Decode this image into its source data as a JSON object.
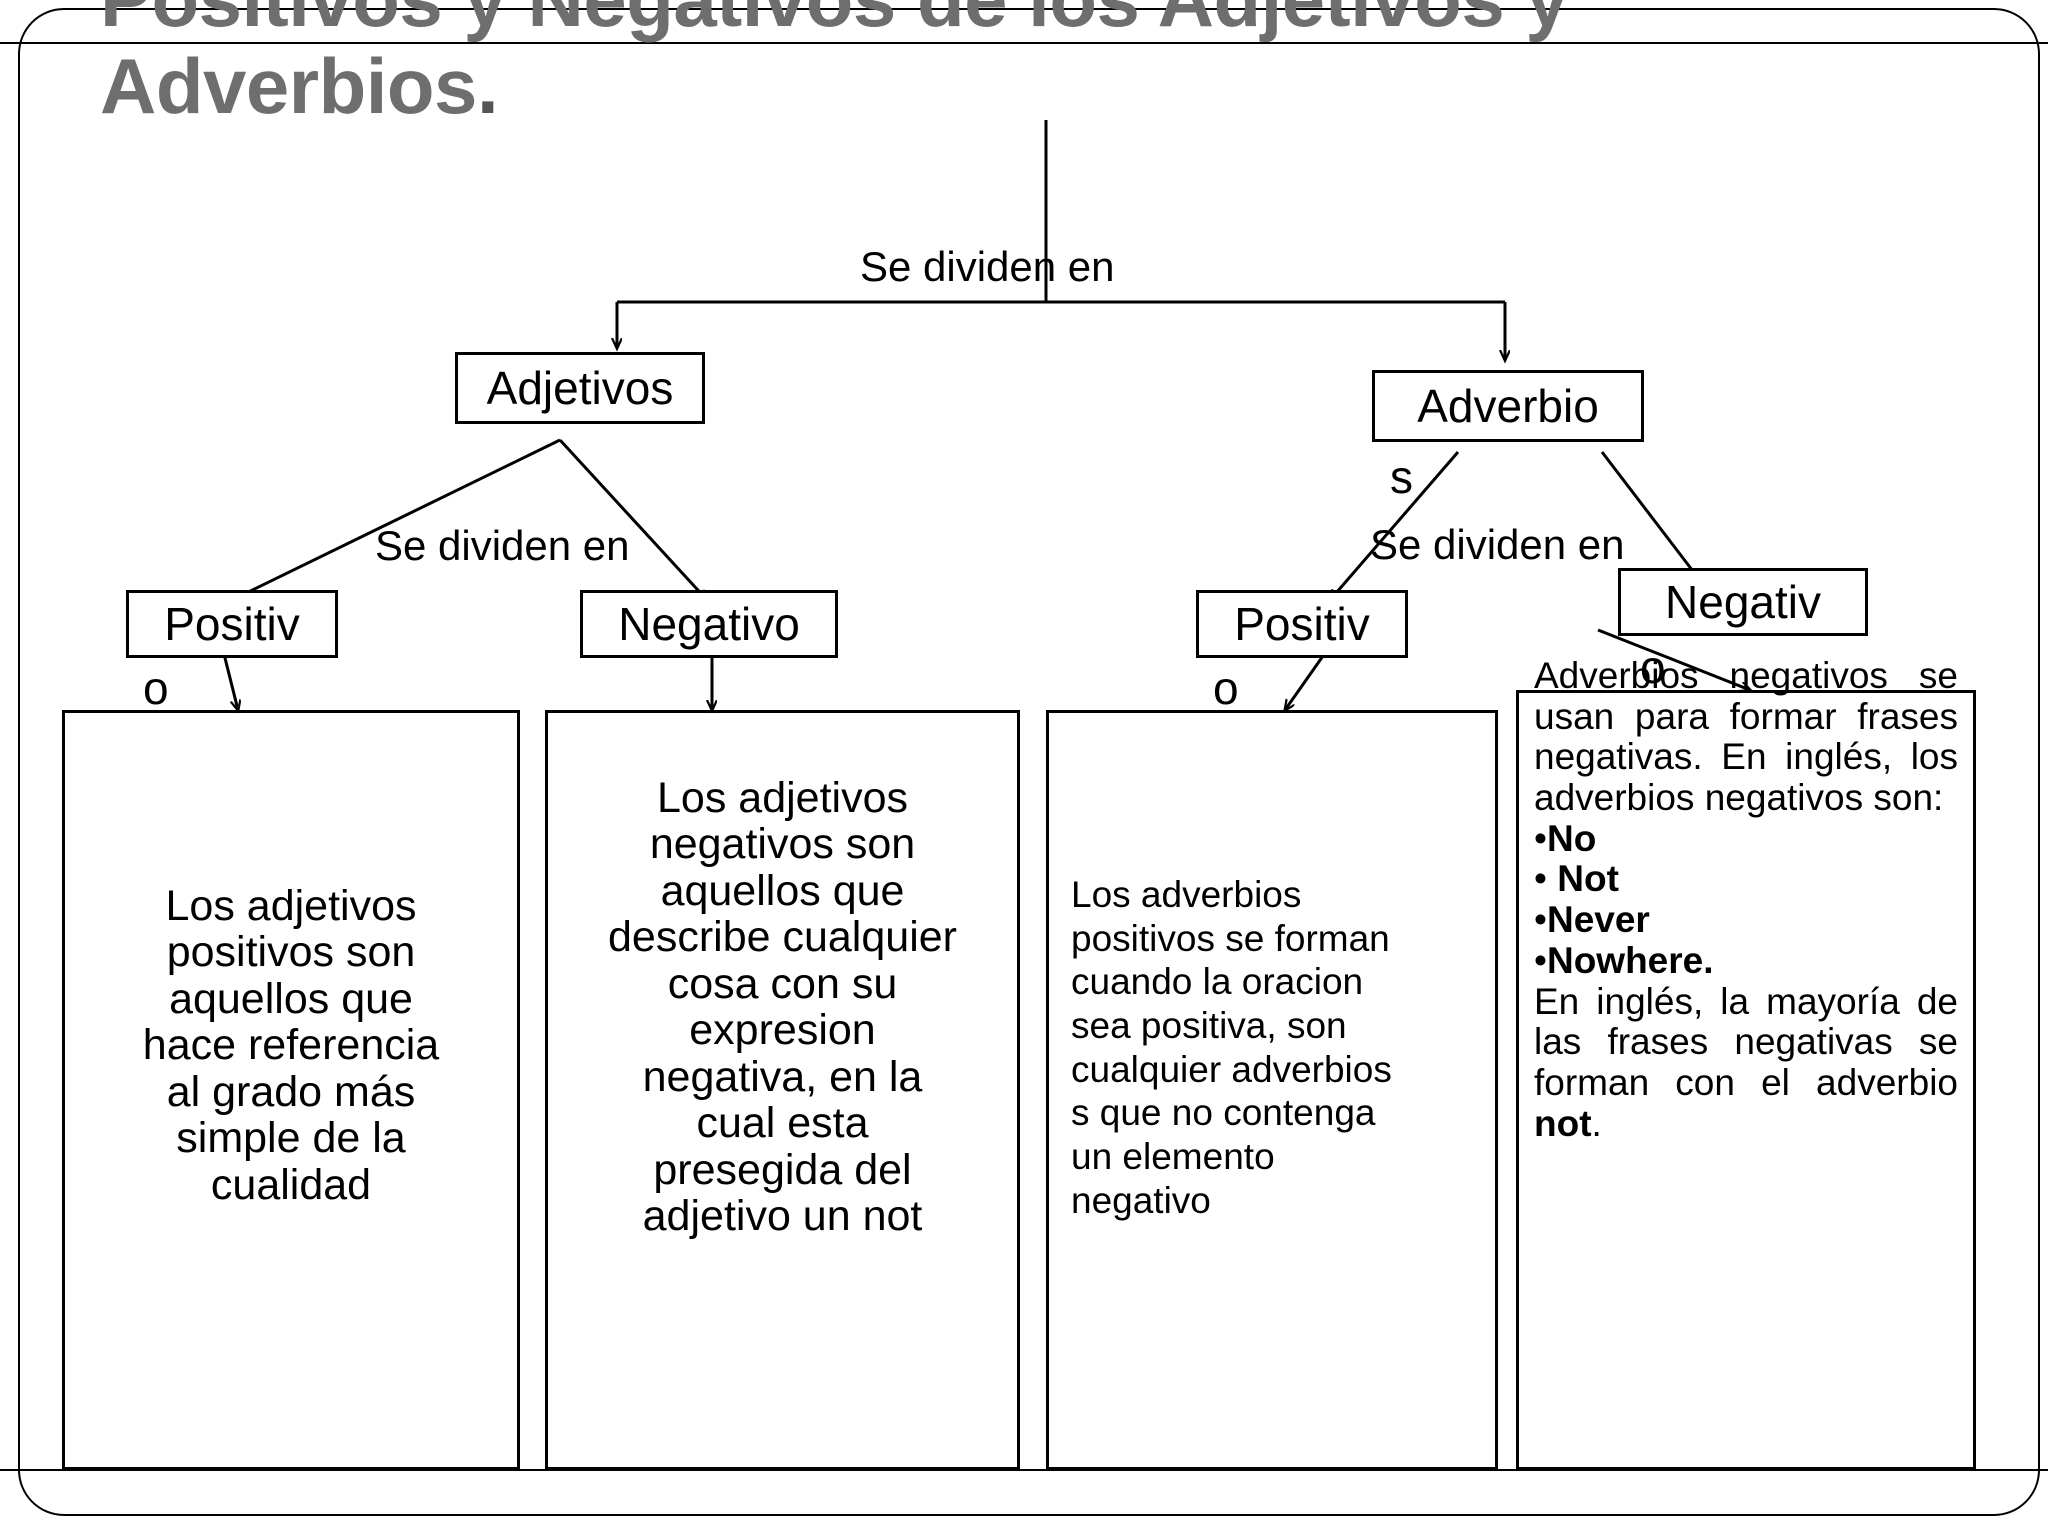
{
  "slide": {
    "title_line1": "Positivos y Negativos de los Adjetivos y",
    "title_line2": "Adverbios",
    "title_period": "."
  },
  "colors": {
    "title": "#6e6e6e",
    "line": "#000000",
    "background": "#ffffff"
  },
  "diagram": {
    "type": "tree",
    "root_connector_label": "Se dividen en",
    "branches": [
      {
        "name": "adjetivos",
        "node_label": "Adjetivos",
        "node_spill": "",
        "connector_label": "Se dividen en",
        "children": [
          {
            "name": "adjetivos-positivos",
            "node_label": "Positiv",
            "node_spill": "o",
            "body_lines": [
              "Los adjetivos",
              "positivos son",
              "aquellos que",
              "hace referencia",
              "al grado más",
              "simple de la",
              "cualidad"
            ]
          },
          {
            "name": "adjetivos-negativos",
            "node_label": "Negativo",
            "node_spill": "",
            "body_lines": [
              "Los adjetivos",
              "negativos son",
              "aquellos que",
              "describe cualquier",
              "cosa con su",
              "expresion",
              "negativa, en la",
              "cual esta",
              "presegida del",
              "adjetivo un not"
            ]
          }
        ]
      },
      {
        "name": "adverbios",
        "node_label": "Adverbio",
        "node_spill": "s",
        "connector_label": "Se dividen en",
        "children": [
          {
            "name": "adverbios-positivos",
            "node_label": "Positiv",
            "node_spill": "o",
            "body_lines": [
              "Los adverbios",
              "positivos se forman",
              "cuando la oracion",
              "sea positiva, son",
              "cualquier adverbios",
              "s que no contenga",
              "un elemento",
              "negativo"
            ]
          },
          {
            "name": "adverbios-negativos",
            "node_label": "Negativ",
            "node_spill": "o",
            "body_paragraph_1": "Adverbios negativos se usan para formar frases negativas. En inglés, los adverbios negativos son:",
            "bullets": [
              {
                "marker": "•",
                "text": "No"
              },
              {
                "marker": "•",
                "text": " Not"
              },
              {
                "marker": "•",
                "text": "Never"
              },
              {
                "marker": "•",
                "text": "Nowhere."
              }
            ],
            "body_paragraph_2_pre": "En inglés, la mayoría de las frases negativas se forman con el adverbio ",
            "body_paragraph_2_bold": "not",
            "body_paragraph_2_post": "."
          }
        ]
      }
    ]
  }
}
